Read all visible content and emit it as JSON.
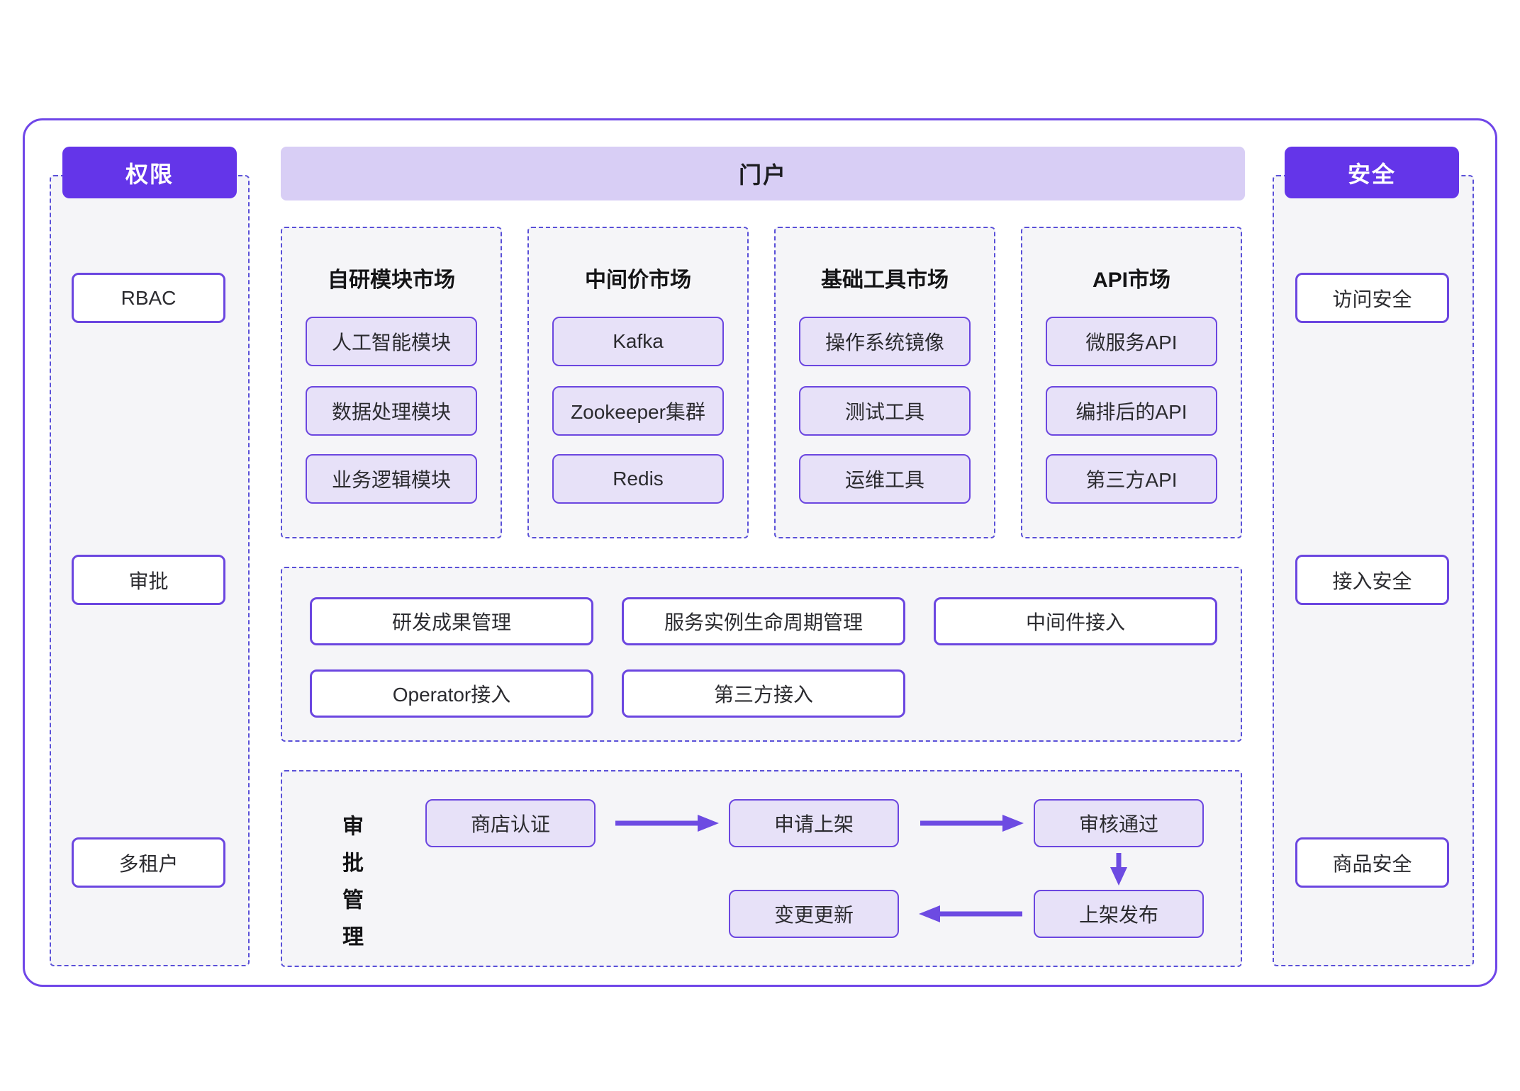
{
  "colors": {
    "accent_solid": "#6435E9",
    "portal_bar": "#D8CEF5",
    "item_fill": "#E7E1F8",
    "box_border": "#6B46E0",
    "dashed_border": "#5A50D8",
    "outer_border": "#6F46E8",
    "panel_bg": "#F5F5F8",
    "arrow": "#6D4BE2"
  },
  "left_panel": {
    "header": "权限",
    "items": [
      "RBAC",
      "审批",
      "多租户"
    ]
  },
  "right_panel": {
    "header": "安全",
    "items": [
      "访问安全",
      "接入安全",
      "商品安全"
    ]
  },
  "portal": {
    "header": "门户",
    "markets": [
      {
        "title": "自研模块市场",
        "items": [
          "人工智能模块",
          "数据处理模块",
          "业务逻辑模块"
        ]
      },
      {
        "title": "中间价市场",
        "items": [
          "Kafka",
          "Zookeeper集群",
          "Redis"
        ]
      },
      {
        "title": "基础工具市场",
        "items": [
          "操作系统镜像",
          "测试工具",
          "运维工具"
        ]
      },
      {
        "title": "API市场",
        "items": [
          "微服务API",
          "编排后的API",
          "第三方API"
        ]
      }
    ],
    "management": {
      "row1": [
        "研发成果管理",
        "服务实例生命周期管理",
        "中间件接入"
      ],
      "row2": [
        "Operator接入",
        "第三方接入"
      ]
    },
    "approval": {
      "label": "审批管理",
      "steps": [
        "商店认证",
        "申请上架",
        "审核通过",
        "上架发布",
        "变更更新"
      ]
    }
  }
}
